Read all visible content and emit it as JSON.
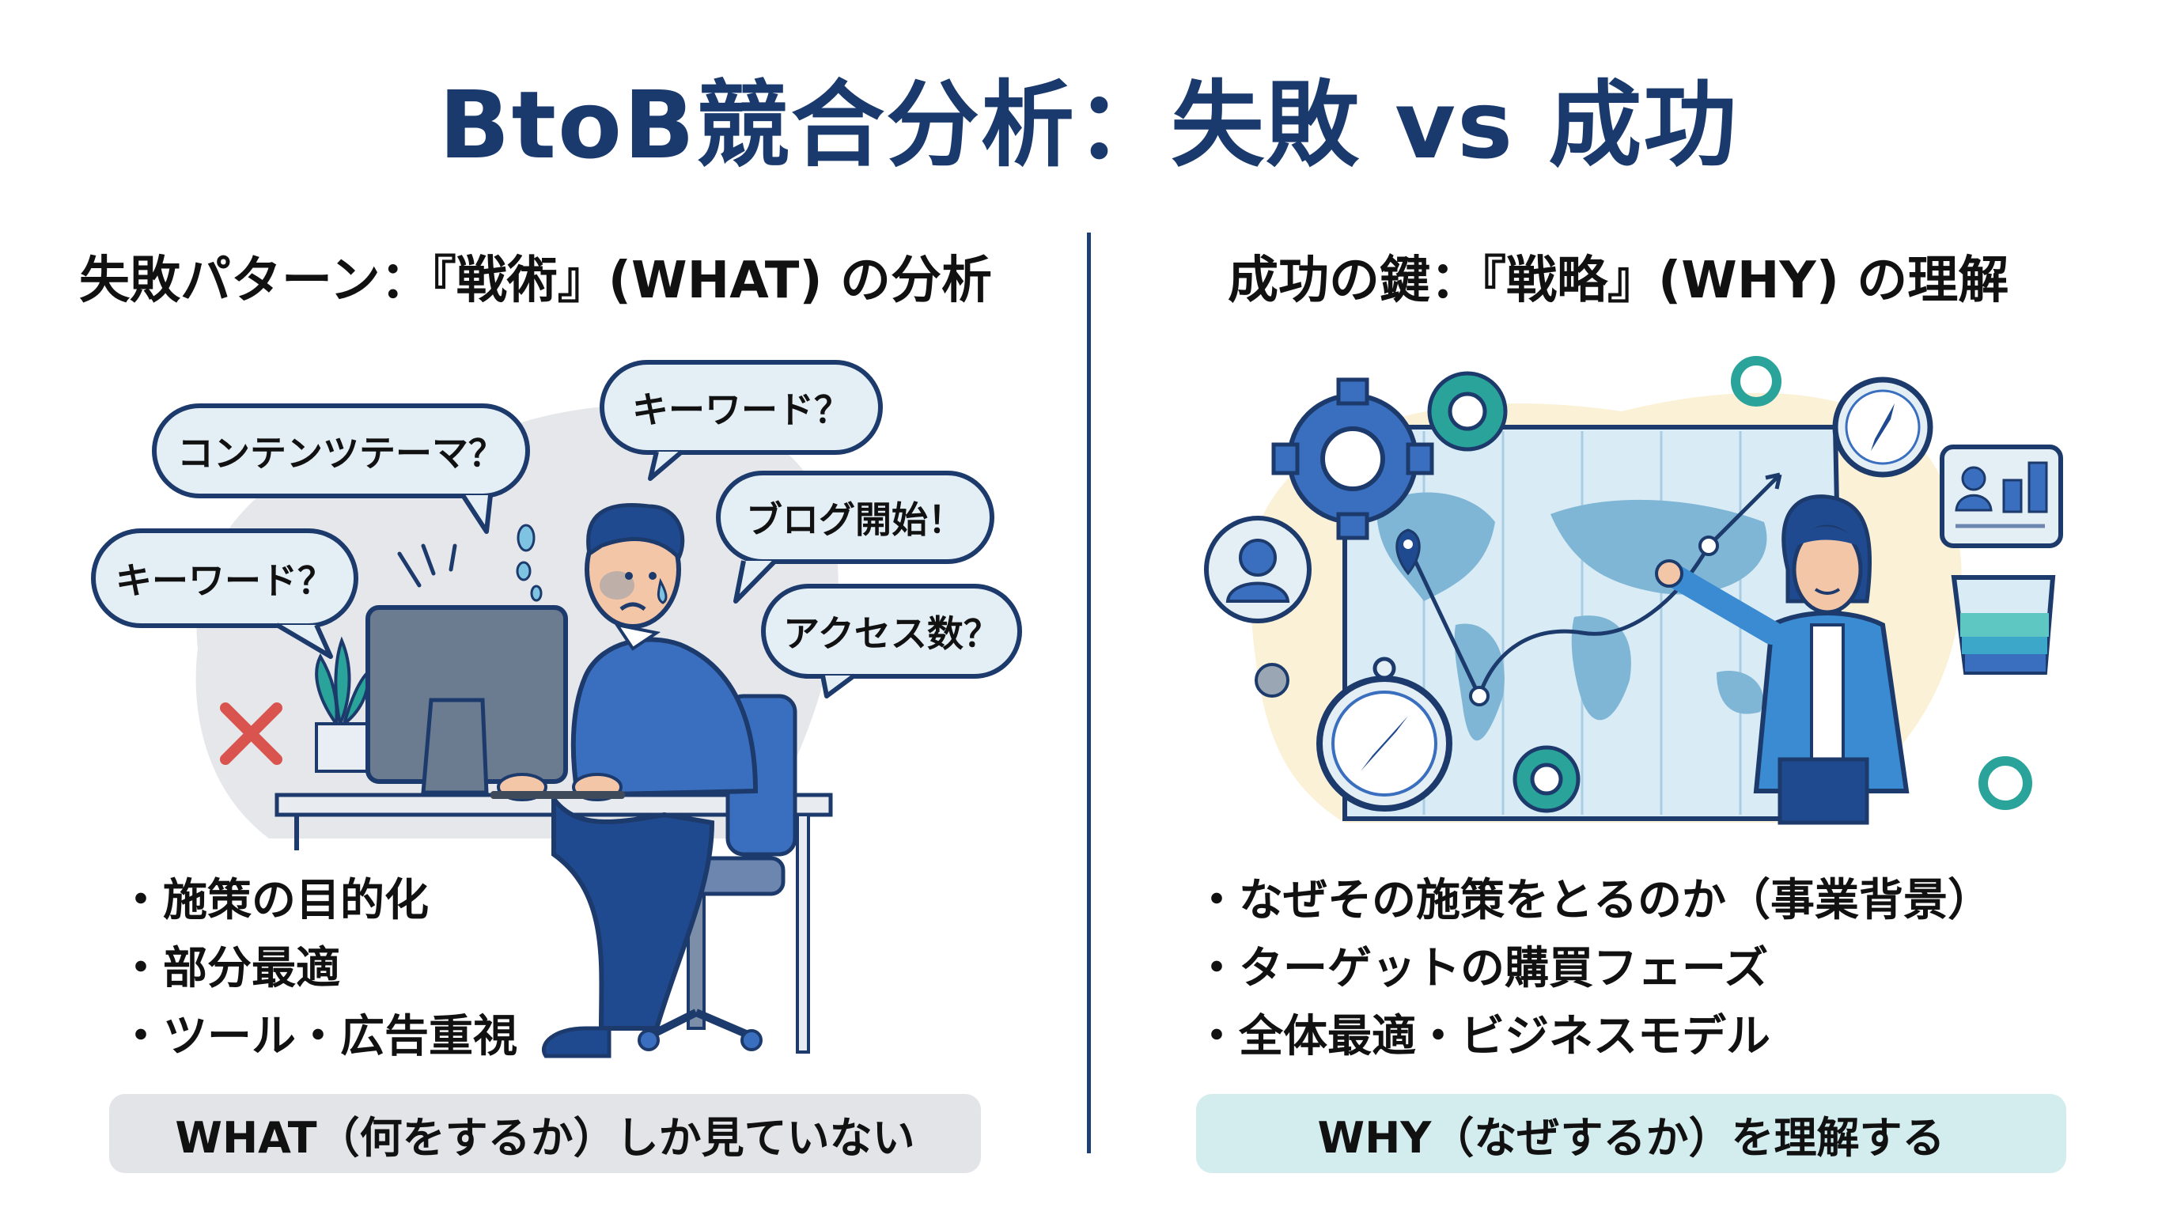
{
  "title": "BtoB競合分析：失敗 vs 成功",
  "left": {
    "heading": "失敗パターン：『戦術』(WHAT) の分析",
    "speech_bubbles": [
      {
        "text": "コンテンツテーマ？"
      },
      {
        "text": "キーワード？"
      },
      {
        "text": "ブログ開始！"
      },
      {
        "text": "キーワード？"
      },
      {
        "text": "アクセス数？"
      }
    ],
    "bullets": [
      "施策の目的化",
      "部分最適",
      "ツール・広告重視"
    ],
    "banner": "WHAT（何をするか）しか見ていない",
    "illustration": {
      "description": "Stressed man at computer desk surrounded by question bubbles",
      "icons": [
        "x-mark-icon",
        "plant-icon",
        "monitor-icon",
        "sweat-drop-icon"
      ]
    }
  },
  "right": {
    "heading": "成功の鍵：『戦略』(WHY) の理解",
    "bullets": [
      "なぜその施策をとるのか（事業背景）",
      "ターゲットの購買フェーズ",
      "全体最適・ビジネスモデル"
    ],
    "banner": "WHY（なぜするか）を理解する",
    "illustration": {
      "description": "Woman pointing at world map with route, compasses, gears, persona and funnel icons",
      "icons": [
        "gear-icon",
        "compass-icon",
        "map-icon",
        "person-icon",
        "funnel-icon",
        "chart-bubble-icon",
        "location-pin-icon"
      ]
    }
  },
  "colors": {
    "title": "#1a3a6e",
    "divider": "#1e3f73",
    "bubble_fill": "#e4eef5",
    "bubble_stroke": "#1c3a6b",
    "left_banner": "#e2e4e7",
    "right_banner": "#d3ecee",
    "accent_blue": "#3a6fbf",
    "accent_teal": "#2aa39a",
    "x_mark": "#d9534f",
    "map_bg_blob": "#fbf1d6",
    "left_bg_blob": "#e6e7ea"
  }
}
